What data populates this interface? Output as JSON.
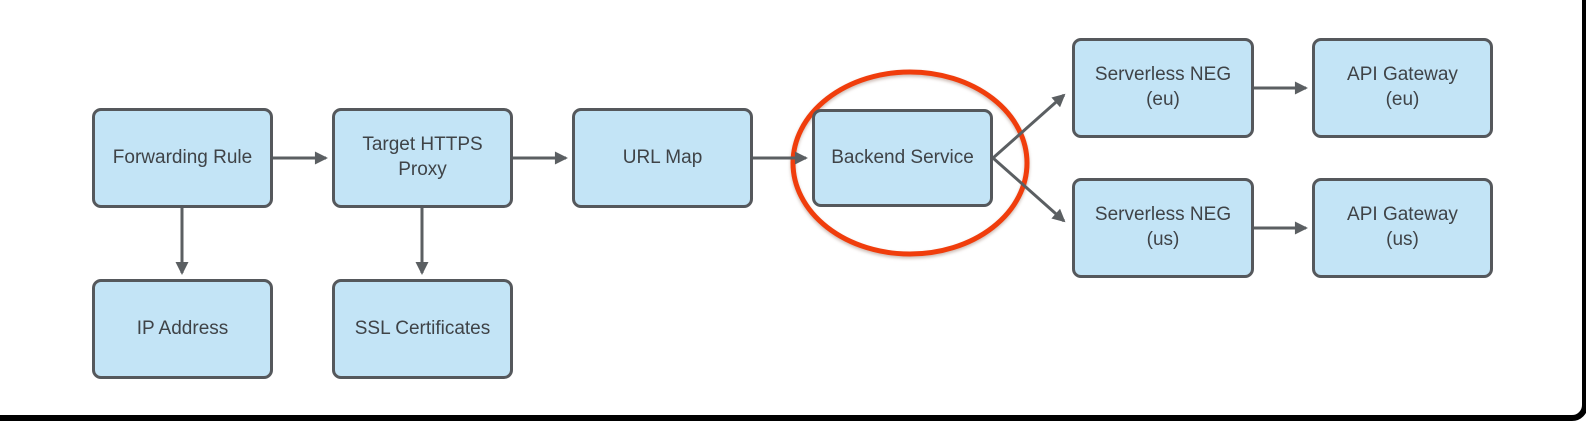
{
  "diagram": {
    "type": "flowchart",
    "description": "HTTPS load balancing architecture flow with Backend Service circled",
    "nodes": {
      "forwarding_rule": {
        "label": "Forwarding Rule"
      },
      "target_https_proxy": {
        "label": "Target HTTPS\nProxy"
      },
      "url_map": {
        "label": "URL Map"
      },
      "backend_service": {
        "label": "Backend Service"
      },
      "serverless_neg_eu": {
        "label": "Serverless NEG\n(eu)"
      },
      "api_gateway_eu": {
        "label": "API Gateway\n(eu)"
      },
      "serverless_neg_us": {
        "label": "Serverless NEG\n(us)"
      },
      "api_gateway_us": {
        "label": "API Gateway\n(us)"
      },
      "ip_address": {
        "label": "IP Address"
      },
      "ssl_certificates": {
        "label": "SSL Certificates"
      }
    },
    "edges": [
      {
        "from": "forwarding_rule",
        "to": "target_https_proxy"
      },
      {
        "from": "target_https_proxy",
        "to": "url_map"
      },
      {
        "from": "url_map",
        "to": "backend_service"
      },
      {
        "from": "forwarding_rule",
        "to": "ip_address"
      },
      {
        "from": "target_https_proxy",
        "to": "ssl_certificates"
      },
      {
        "from": "backend_service",
        "to": "serverless_neg_eu"
      },
      {
        "from": "backend_service",
        "to": "serverless_neg_us"
      },
      {
        "from": "serverless_neg_eu",
        "to": "api_gateway_eu"
      },
      {
        "from": "serverless_neg_us",
        "to": "api_gateway_us"
      }
    ],
    "annotation": {
      "shape": "ellipse",
      "highlighted_node": "backend_service"
    },
    "colors": {
      "node_fill": "#c3e4f6",
      "node_border": "#55585c",
      "arrow": "#5b5f62",
      "highlight": "#f03d0c",
      "text": "#3f4347",
      "frame": "#000000",
      "background": "#ffffff"
    }
  }
}
